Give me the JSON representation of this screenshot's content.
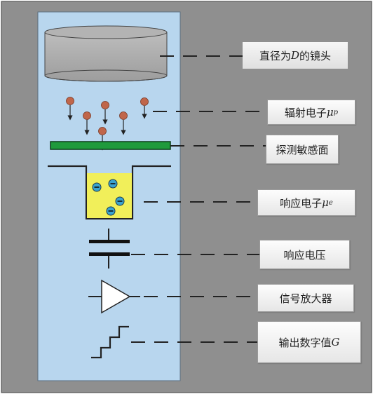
{
  "colors": {
    "panel_background": "#8f8f8f",
    "column_background": "#b8d6ee",
    "sensor_green": "#1f9a3c",
    "well_yellow": "#f1ef5a",
    "particle_orange": "#c0664a",
    "electron_blue": "#3aa4d0"
  },
  "labels": {
    "lens": {
      "prefix": "直径为",
      "var": "D",
      "suffix": "的镜头"
    },
    "radiation": {
      "prefix": "辐射电子",
      "var": "μ",
      "sub": "p"
    },
    "sensor": {
      "text": "探测敏感面"
    },
    "response_electrons": {
      "prefix": "响应电子",
      "var": "μ",
      "sub": "e"
    },
    "voltage": {
      "text": "响应电压"
    },
    "amplifier": {
      "text": "信号放大器"
    },
    "output": {
      "prefix": "输出数字值",
      "var": "G"
    }
  },
  "icons": {
    "lens": "cylinder-lens",
    "radiation": "falling-particle-arrows",
    "sensor": "green-plate",
    "well": "potential-well-with-electrons",
    "capacitor": "capacitor-plates",
    "amplifier": "triangle-amplifier",
    "adc": "staircase-digital"
  },
  "electron_count": 4
}
